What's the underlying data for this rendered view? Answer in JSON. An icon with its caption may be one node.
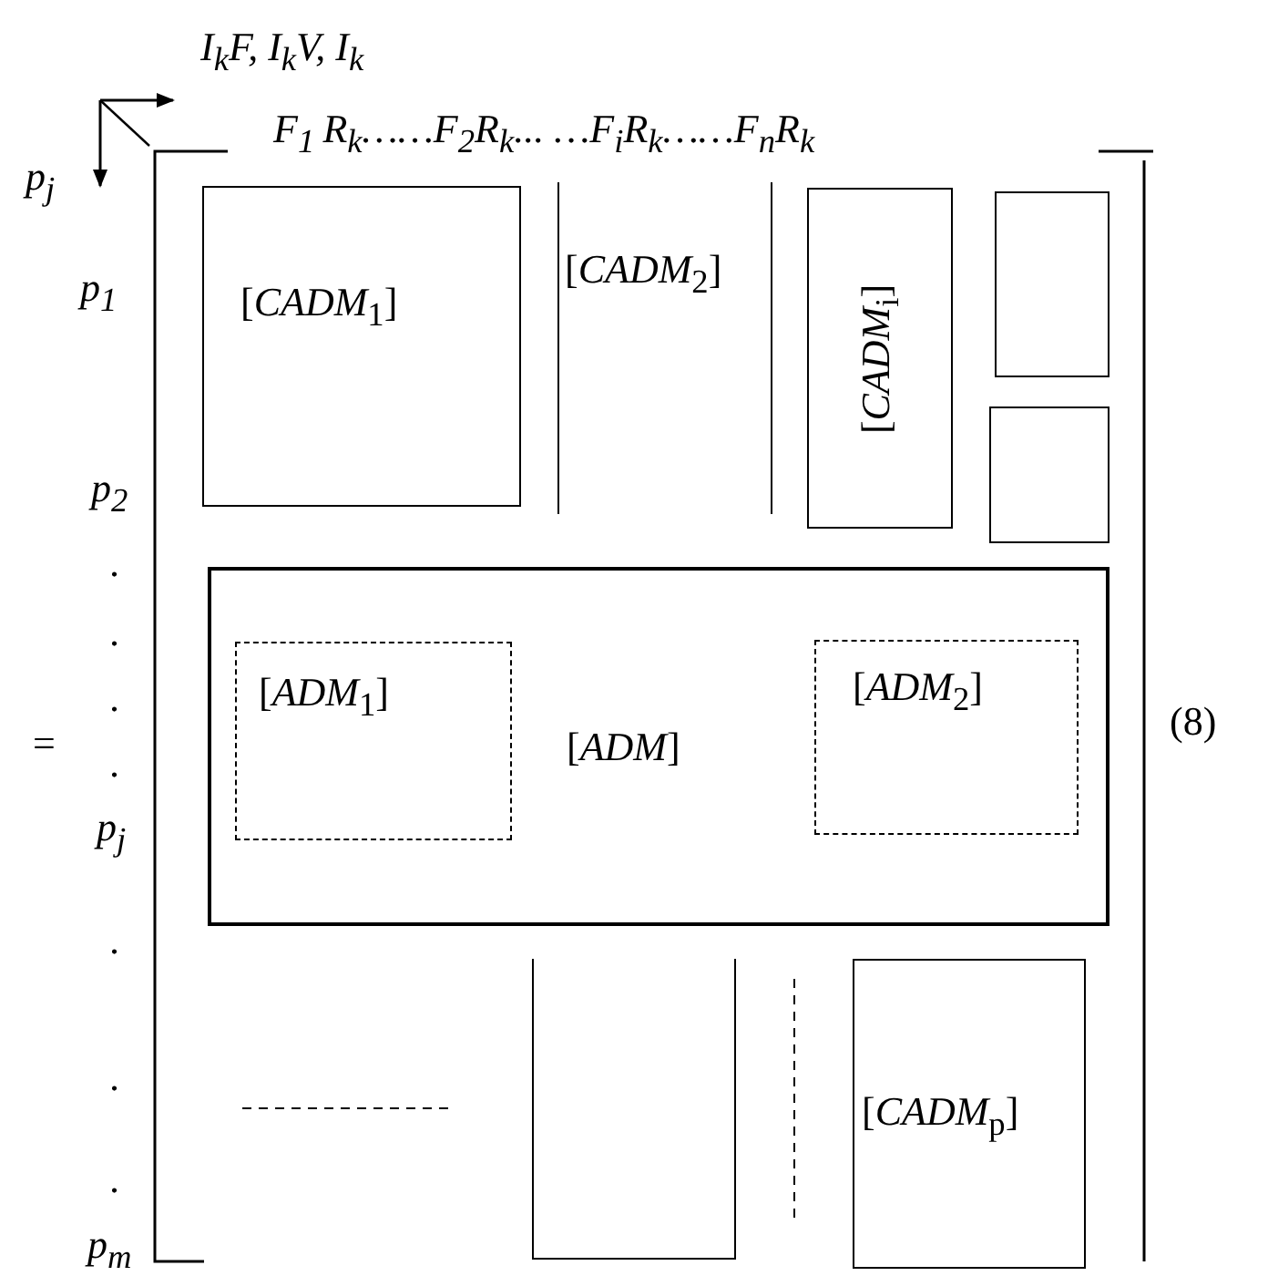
{
  "diagram": {
    "nodes": [
      {
        "text": [
          "[*CADM*$_{1}$]"
        ]
      },
      {
        "text": [
          "[*CADM*$_{2}$]"
        ]
      },
      {
        "text": [
          "[*CADM*$_{i}$]"
        ]
      },
      {
        "text": [],
        "shape": "box"
      },
      {
        "text": [],
        "shape": "box"
      },
      {
        "text": [
          "[*ADM*]"
        ]
      },
      {
        "text": [
          "[*ADM*$_{1}$]"
        ],
        "in": 5
      },
      {
        "text": [
          "[*ADM*$_{2}$]"
        ],
        "in": 5
      },
      {
        "text": [],
        "shape": "box"
      },
      {
        "text": [
          "[*CADM*$_{p}$]"
        ]
      }
    ],
    "labels": [
      "I$_{k}$F, I$_{k}$V, I$_{k}$",
      "F$_{1 }$R$_{k}$……F$_{2}$R$_{k}$... …F$_{i}$R$_{k}$……F$_{n}$R$_{k}$",
      "p$_{j}$",
      "p$_{1}$",
      "p$_{2}$",
      ".",
      ".",
      ".",
      "(8)",
      "=",
      ".",
      "p$_{j}$",
      ".",
      ".",
      ".",
      "p$_{m}$"
    ]
  }
}
